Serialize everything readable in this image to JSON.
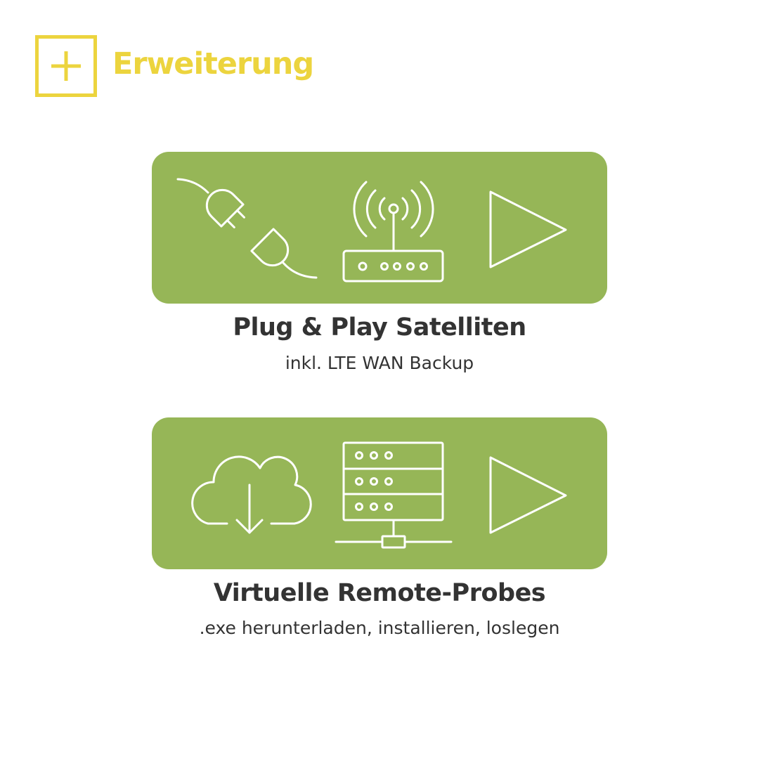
{
  "header": {
    "title": "Erweiterung",
    "icon": "plus-square-icon",
    "accent_color": "#ecd43e"
  },
  "cards": [
    {
      "title": "Plug & Play Satelliten",
      "subtitle": "inkl. LTE WAN Backup",
      "icons": [
        "plug-icon",
        "router-icon",
        "play-icon"
      ],
      "color": "#96b657"
    },
    {
      "title": "Virtuelle Remote-Probes",
      "subtitle": ".exe herunterladen, installieren, loslegen",
      "icons": [
        "cloud-download-icon",
        "server-icon",
        "play-icon"
      ],
      "color": "#96b657"
    }
  ]
}
